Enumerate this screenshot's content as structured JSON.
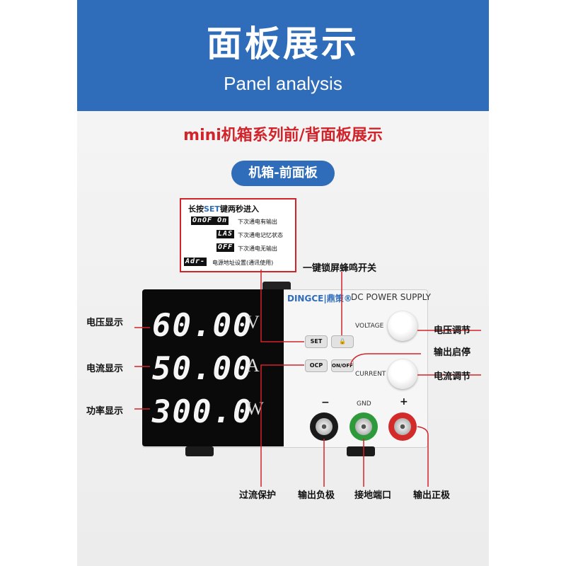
{
  "header": {
    "title": "面板展示",
    "subtitle": "Panel analysis",
    "color": "#2f6cba"
  },
  "section_title": "mini机箱系列前/背面板展示",
  "pill_label": "机箱-前面板",
  "tip_box": {
    "head_prefix": "长按",
    "head_set": "SET",
    "head_suffix": "键两秒进入",
    "rows": [
      {
        "code": "OnOF On",
        "text": "下次通电有输出"
      },
      {
        "code": "LAS",
        "text": "下次通电记忆状态"
      },
      {
        "code": "OFF",
        "text": "下次通电无输出"
      },
      {
        "code": "Adr-",
        "text": "电源地址设置(通讯使用)"
      }
    ]
  },
  "device": {
    "brand": "DINGCE|鼎策",
    "registered": "®",
    "model_text": "DC POWER SUPPLY",
    "display": [
      {
        "value": "60.00",
        "unit": "V"
      },
      {
        "value": "50.00",
        "unit": "A"
      },
      {
        "value": "300.0",
        "unit": "W"
      }
    ],
    "buttons": {
      "set": "SET",
      "lock": "🔒",
      "ocp": "OCP",
      "onoff": "ON/OFF"
    },
    "knobs": {
      "voltage": "VOLTAGE",
      "current": "CURRENT"
    },
    "terminals": {
      "neg": "−",
      "gnd": "GND",
      "pos": "+"
    }
  },
  "callouts": {
    "voltage_display": "电压显示",
    "current_display": "电流显示",
    "power_display": "功率显示",
    "lock_beep": "一键锁屏蜂鸣开关",
    "voltage_adjust": "电压调节",
    "output_onoff": "输出启停",
    "current_adjust": "电流调节",
    "ocp": "过流保护",
    "out_neg": "输出负极",
    "gnd": "接地端口",
    "out_pos": "输出正极"
  },
  "colors": {
    "accent_red": "#d2232a",
    "post_black": "#1a1a1a",
    "post_green": "#2f9a3b",
    "post_red": "#d32a2a"
  }
}
